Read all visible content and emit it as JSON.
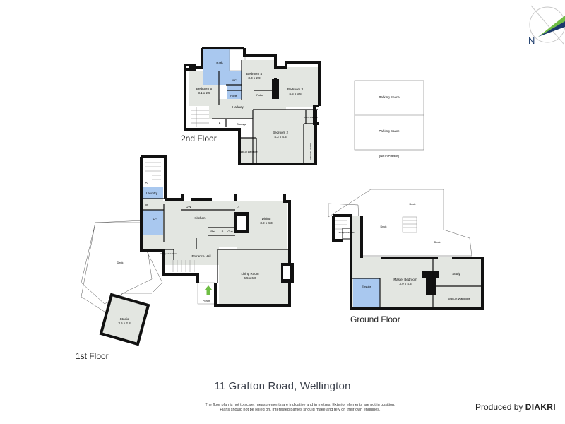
{
  "plan": {
    "title": "11 Grafton Road, Wellington",
    "disclaimer_line1": "The floor plan is not to scale, measurements are indicative and in metres. Exterior elements are not in position.",
    "disclaimer_line2": "Plans should not be relied on. Interested parties should make and rely on their own enquiries.",
    "produced_by_prefix": "Produced by",
    "produced_by_brand": "DIAKRI",
    "compass_label": "N",
    "colors": {
      "room_fill": "#e3e6e1",
      "wet_fill": "#a9c8ef",
      "wall": "#111111",
      "arrow": "#6fbe44",
      "compass_green": "#6fbe44",
      "compass_navy": "#1b3a6b"
    }
  },
  "floors": {
    "second": {
      "label": "2nd Floor",
      "rooms": {
        "bath": "Bath",
        "wc": "WC",
        "bedroom4": "Bedroom 4",
        "bedroom4_size": "3.3 x 2.9",
        "bedroom5": "Bedroom 5",
        "bedroom5_size": "3.1 x 2.5",
        "bedroom3": "Bedroom 3",
        "bedroom3_size": "4.6 x 3.6",
        "bedroom2": "Bedroom 2",
        "bedroom2_size": "4.3 x 4.3",
        "hallway": "Hallway",
        "robe1": "Robe",
        "robe2": "Robe",
        "storage": "Storage",
        "l": "L",
        "c": "C",
        "walkin_small": "Walk-in Wardrobe",
        "walkin_left": "Walk-in Wardrobe",
        "walkin_right": "Walk-in Wardrobe"
      }
    },
    "first": {
      "label": "1st Floor",
      "rooms": {
        "laundry": "Laundry",
        "d": "D",
        "w": "W",
        "wc": "WC",
        "kitchen": "Kitchen",
        "dw": "DW",
        "c": "C",
        "ref": "Ref.",
        "p": "P",
        "ovn": "Ovn",
        "dining": "Dining",
        "dining_size": "3.9 x 4.3",
        "entrance_hall": "Entrance Hall",
        "storage_under_stairs": "Storage Under Stairs",
        "living_room": "Living Room",
        "living_room_size": "6.5 x 6.0",
        "porch": "Porch",
        "deck": "Deck",
        "studio": "Studio",
        "studio_size": "3.5 x 2.8"
      }
    },
    "ground": {
      "label": "Ground Floor",
      "rooms": {
        "deck1": "Deck",
        "deck2": "Deck",
        "deck3": "Deck",
        "storage_under_stairs": "Storage Under Stairs",
        "master_bedroom": "Master Bedroom",
        "master_bedroom_size": "3.9 x 4.3",
        "ensuite": "Ensuite",
        "study": "Study",
        "walkin": "Walk-in Wardrobe"
      }
    },
    "parking": {
      "space1": "Parking Space",
      "space2": "Parking Space",
      "note": "(Not in Position)"
    }
  }
}
